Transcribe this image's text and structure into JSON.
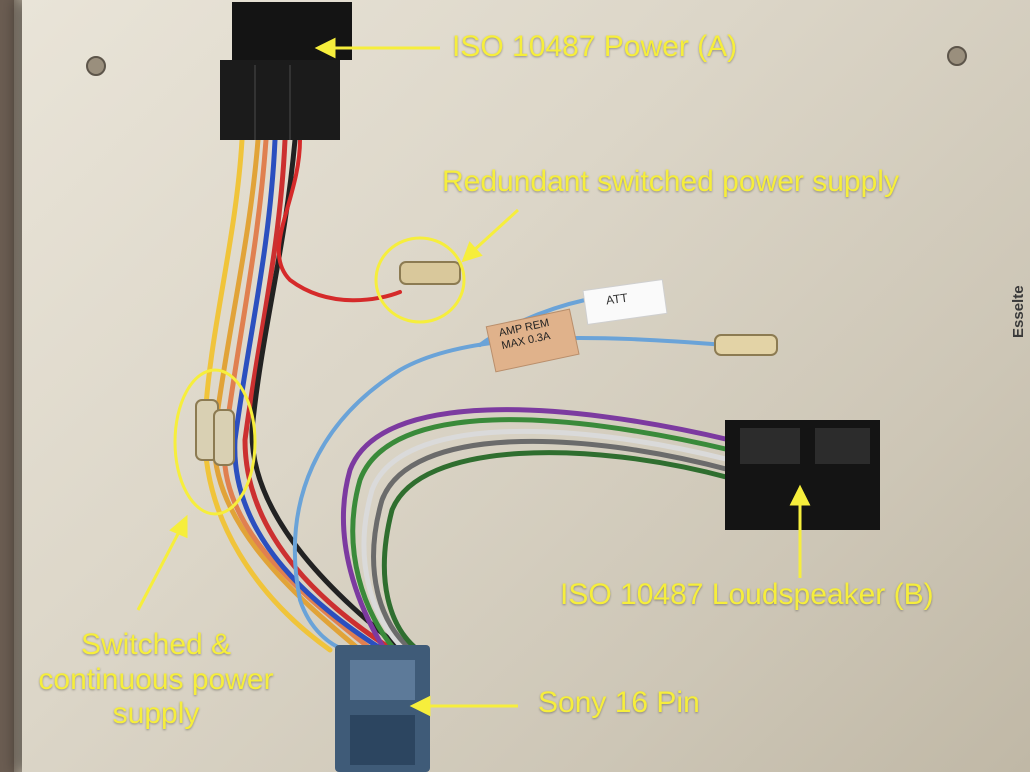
{
  "image": {
    "scene": "Car stereo wiring harness adapter photographed on a white board with annotations",
    "colors": {
      "annotation": "#f6ee3c",
      "board": "#ddd7ca",
      "connector": "#151515",
      "sony_connector": "#3f5b78"
    }
  },
  "annotations": {
    "iso_power": "ISO 10487 Power (A)",
    "redundant": "Redundant switched power supply",
    "loudspeaker": "ISO 10487 Loudspeaker (B)",
    "sony": "Sony 16 Pin",
    "switched_line1": "Switched &",
    "switched_line2": "continuous power",
    "switched_line3": "supply"
  },
  "wire_labels": {
    "att": "ATT",
    "amp_rem_line1": "AMP REM",
    "amp_rem_line2": "MAX 0.3A"
  },
  "board_brand": "Esselte"
}
